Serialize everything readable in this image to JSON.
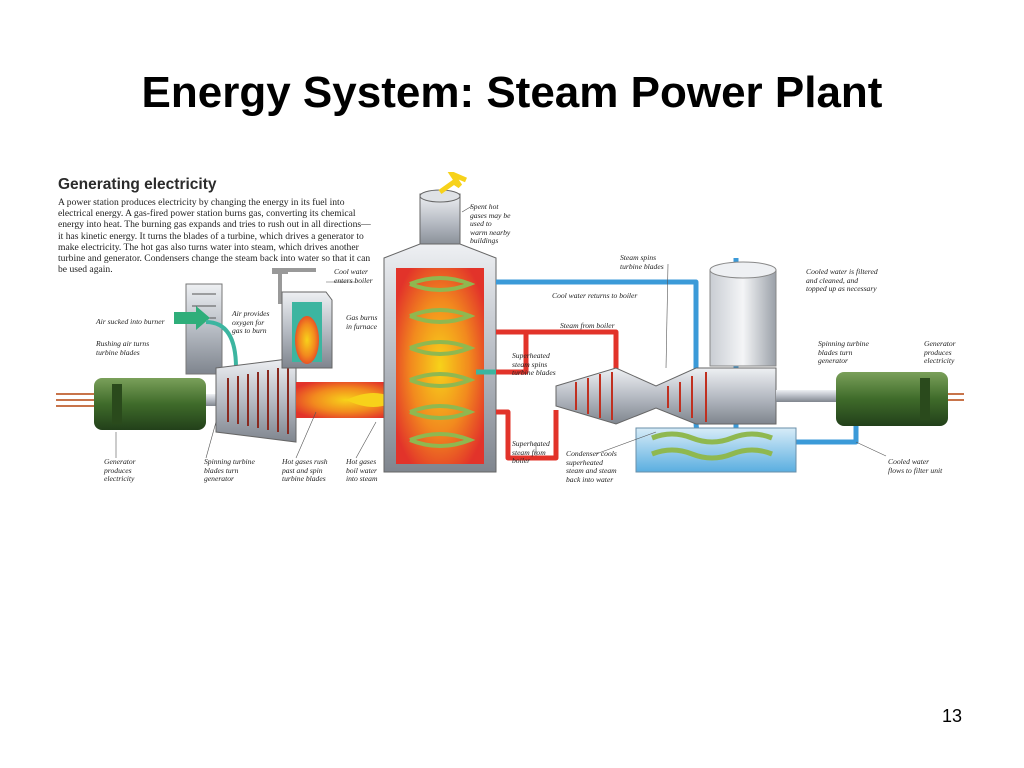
{
  "slide": {
    "title": "Energy System: Steam Power Plant",
    "page_number": "13"
  },
  "diagram": {
    "heading": "Generating electricity",
    "intro": "A power station produces electricity by changing the energy in its fuel into electrical energy. A gas-fired power station burns gas, converting its chemical energy into heat. The burning gas expands and tries to rush out in all directions—it has kinetic energy. It turns the blades of a turbine, which drives a generator to make electricity. The hot gas also turns water into steam, which drives another turbine and generator. Condensers change the steam back into water so that it can be used again.",
    "labels": {
      "spent_gases": "Spent hot\ngases may be\nused to\nwarm nearby\nbuildings",
      "cool_water_enters": "Cool water\nenters boiler",
      "air_sucked": "Air sucked into burner",
      "air_provides": "Air provides\noxygen for\ngas to burn",
      "gas_burns": "Gas burns\nin furnace",
      "rushing_air": "Rushing air turns\nturbine blades",
      "steam_spins_top": "Steam spins\nturbine blades",
      "cooled_filtered": "Cooled water is filtered\nand cleaned, and\ntopped up as necessary",
      "cool_water_returns": "Cool water returns to boiler",
      "steam_from_boiler": "Steam from boiler",
      "superheated_spins": "Superheated\nsteam spins\nturbine blades",
      "spinning_right": "Spinning turbine\nblades turn\ngenerator",
      "generator_right": "Generator\nproduces\nelectricity",
      "generator_left": "Generator\nproduces\nelectricity",
      "spinning_left": "Spinning turbine\nblades turn\ngenerator",
      "hot_gases_rush": "Hot gases rush\npast and spin\nturbine blades",
      "hot_gases_boil": "Hot gases\nboil water\ninto steam",
      "superheated_from": "Superheated\nsteam from\nboiler",
      "condenser": "Condenser cools\nsuperheated\nsteam and steam\nback into water",
      "cooled_flows": "Cooled water\nflows to filter unit"
    }
  },
  "colors": {
    "hot_orange": "#f28a1e",
    "flame_yellow": "#f7d21a",
    "cold_blue": "#3b9ad8",
    "hot_red": "#e2332a",
    "generator_green": "#3f6b2a",
    "casing_grey": "#b7bcc4"
  }
}
